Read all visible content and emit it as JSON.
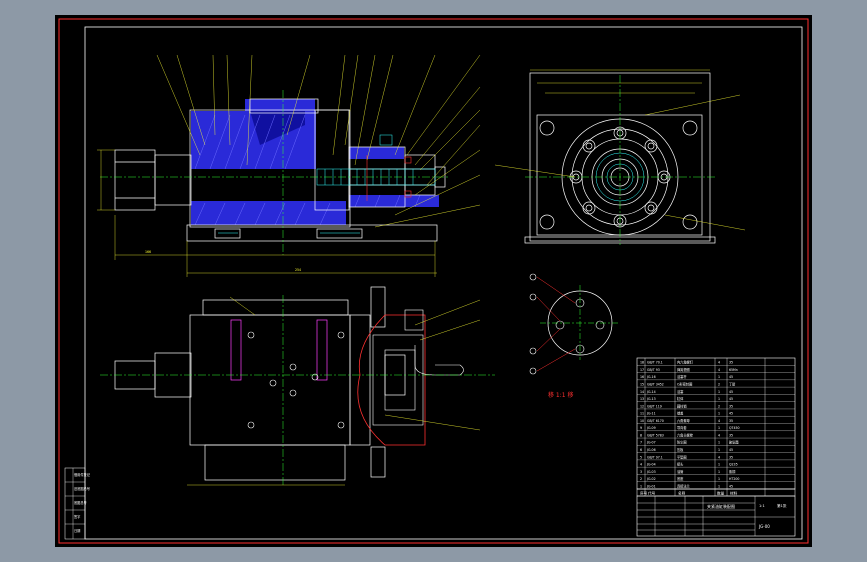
{
  "drawing": {
    "colors": {
      "background": "#000000",
      "frame": "#ff3030",
      "outline": "#ffffff",
      "centerline": "#33ff33",
      "dimension": "#ffff33",
      "hatch": "#3a3aff",
      "section_view": "#ff3030",
      "fastener": "#33ffff",
      "leader": "#ffff33"
    },
    "section_label": "移 1:1 移",
    "title_block": {
      "drawing_name": "夹紧油缸装配图",
      "drawing_number": "JG-00",
      "scale": "1:1",
      "sheet": "第1张"
    },
    "parts_list": {
      "rows": [
        [
          "18",
          "GB/T 70.1",
          "内六角螺钉",
          "4",
          "35"
        ],
        [
          "17",
          "GB/T 93",
          "弹簧垫圈",
          "4",
          "65Mn"
        ],
        [
          "16",
          "JG-16",
          "活塞杆",
          "1",
          "45"
        ],
        [
          "15",
          "GB/T 3452",
          "O形密封圈",
          "2",
          "丁腈"
        ],
        [
          "14",
          "JG-14",
          "活塞",
          "1",
          "45"
        ],
        [
          "13",
          "JG-13",
          "缸体",
          "1",
          "45"
        ],
        [
          "12",
          "GB/T 119",
          "圆柱销",
          "2",
          "35"
        ],
        [
          "11",
          "JG-11",
          "端盖",
          "1",
          "45"
        ],
        [
          "10",
          "GB/T 6170",
          "六角螺母",
          "4",
          "35"
        ],
        [
          "9",
          "JG-09",
          "导向套",
          "1",
          "QT450"
        ],
        [
          "8",
          "GB/T 5783",
          "六角头螺栓",
          "4",
          "35"
        ],
        [
          "7",
          "JG-07",
          "防尘圈",
          "1",
          "聚氨酯"
        ],
        [
          "6",
          "JG-06",
          "压板",
          "1",
          "45"
        ],
        [
          "5",
          "GB/T 97.1",
          "平垫圈",
          "4",
          "35"
        ],
        [
          "4",
          "JG-04",
          "接头",
          "1",
          "Q235"
        ],
        [
          "3",
          "JG-03",
          "油管",
          "1",
          "紫铜"
        ],
        [
          "2",
          "JG-02",
          "底座",
          "1",
          "HT200"
        ],
        [
          "1",
          "JG-01",
          "连接法兰",
          "1",
          "45"
        ]
      ],
      "header": [
        "序号",
        "代号",
        "名称",
        "数量",
        "材料"
      ]
    },
    "revision_block": [
      "借用件登记",
      "旧底图总号",
      "底图总号",
      "签字",
      "日期"
    ]
  }
}
